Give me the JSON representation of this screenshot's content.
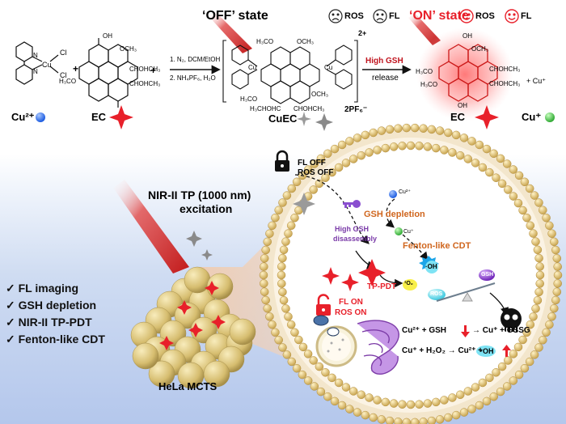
{
  "colors": {
    "red": "#e8202a",
    "cellwall": "#f2e2b0",
    "lipid": "#d8b968",
    "orange": "#e07a28",
    "purple": "#7a3aa8",
    "blue": "#2a6ff0",
    "green": "#3cc846"
  },
  "top": {
    "off_state": "‘OFF’ state",
    "on_state": "‘ON’ state",
    "ros": "ROS",
    "fl": "FL",
    "cu_label": "Cu²⁺",
    "ec_label": "EC",
    "cuec_label": "CuEC",
    "ec_label2": "EC",
    "cup_label": "Cu⁺",
    "plus1": "+",
    "plus2": "+",
    "plus3": "+ Cu⁺",
    "step1": "1. N₂, DCM/EtOH",
    "step2": "2. NH₄PF₆, H₂O",
    "high_gsh": "High GSH",
    "release": "release",
    "charge": "2+",
    "counterion": "2PF₆⁻",
    "chem_cucl": "Cu",
    "chem_cl1": "Cl",
    "chem_cl2": "Cl",
    "chem_n1": "N",
    "chem_n2": "N",
    "chem_ec_h3co": "H₃CO",
    "chem_ec_och3": "OCH₃",
    "chem_ec_oh": "OH",
    "chem_ec_chohch3": "CHOHCH₃",
    "chem_ec_chohch3b": "CHOHCH₃",
    "chem_cuec_h3co": "H₃CO",
    "chem_cuec_och3": "OCH₃",
    "chem_cuec_h3co2": "H₃CO",
    "chem_cuec_och3b": "OCH₃",
    "chem_cuec_h3chohc": "H₃CHOHC",
    "chem_cuec_chohch3": "CHOHCH₃",
    "chem_cuec_cu1": "Cu",
    "chem_cuec_cu2": "Cu",
    "chem_on_och3": "OCH₃",
    "chem_on_chohch3": "CHOHCH₃",
    "chem_on_chohch3b": "CHOHCH₃",
    "chem_on_h3co": "H₃CO",
    "chem_on_h3co2": "H₃CO",
    "chem_on_oh": "OH",
    "chem_on_oh2": "OH"
  },
  "bottom": {
    "excitation_l1": "NIR-II TP  (1000 nm)",
    "excitation_l2": "excitation",
    "fl_off": "FL OFF",
    "ros_off": "ROS OFF",
    "fl_on": "FL ON",
    "ros_on": "ROS ON",
    "features": [
      "FL imaging",
      "GSH depletion",
      "NIR-II TP-PDT",
      "Fenton-like CDT"
    ],
    "hela": "HeLa MCTS",
    "cu2": "Cu²⁺",
    "cu1": "Cu⁺",
    "gsh_depletion": "GSH depletion",
    "high_gsh": "High GSH",
    "disassembly": "disassembly",
    "fenton": "Fenton-like CDT",
    "oh": "·OH",
    "tp_pdt": "TP-PDT",
    "o2": "¹O₂",
    "gsh": "GSH",
    "ros": "ROS",
    "eq1_left": "Cu²⁺ + GSH",
    "eq1_right": "→ Cu⁺ + GSSG",
    "eq2_left": "Cu⁺ + H₂O₂ → Cu²⁺ +",
    "eq2_oh": "·OH"
  }
}
